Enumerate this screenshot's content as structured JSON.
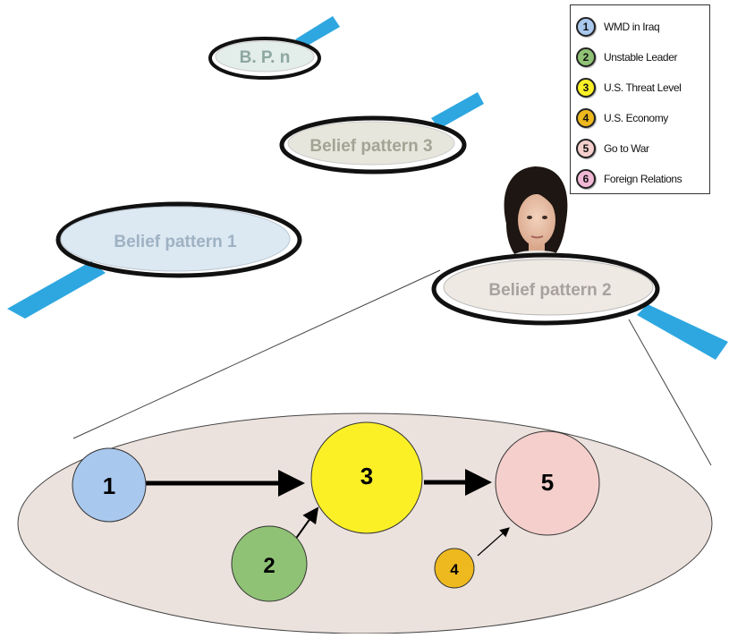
{
  "patterns": {
    "bpn": "B. P. n",
    "p3": "Belief pattern 3",
    "p1": "Belief pattern 1",
    "p2": "Belief pattern 2"
  },
  "nodes": [
    {
      "id": "1",
      "color": "#a9c8ee"
    },
    {
      "id": "2",
      "color": "#8fc275"
    },
    {
      "id": "3",
      "color": "#fbf026"
    },
    {
      "id": "4",
      "color": "#eeb91e"
    },
    {
      "id": "5",
      "color": "#f5cfcc"
    }
  ],
  "legend": [
    {
      "num": "1",
      "label": "WMD in Iraq",
      "color": "#a9c8ee"
    },
    {
      "num": "2",
      "label": "Unstable Leader",
      "color": "#8fc275"
    },
    {
      "num": "3",
      "label": "U.S. Threat Level",
      "color": "#fbf026"
    },
    {
      "num": "4",
      "label": "U.S. Economy",
      "color": "#eeb91e"
    },
    {
      "num": "5",
      "label": "Go to War",
      "color": "#f5cfcc"
    },
    {
      "num": "6",
      "label": "Foreign Relations",
      "color": "#f0b8d4"
    }
  ],
  "colors": {
    "pin": "#2ea7e0",
    "big_ellipse": "#ece2dd",
    "p1_fill": "#dce8f2",
    "p2_fill": "#efe9e3",
    "p3_fill": "#e7e6dc",
    "bpn_fill": "#e3ede9"
  },
  "avatar": "woman-avatar"
}
